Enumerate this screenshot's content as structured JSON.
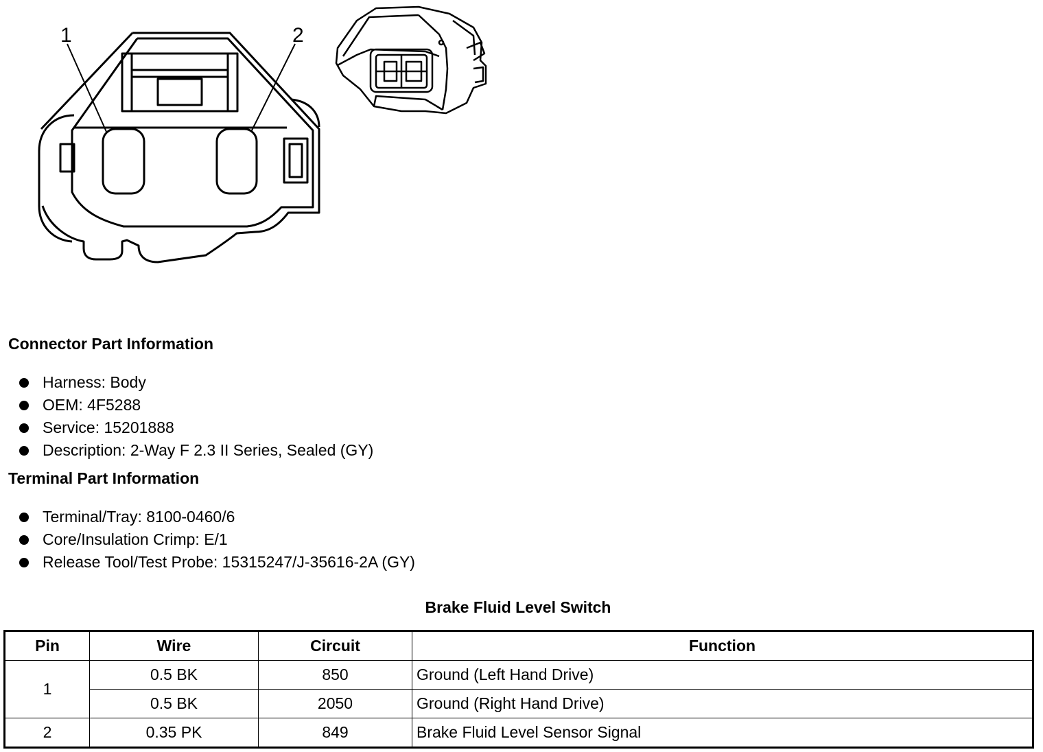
{
  "diagram": {
    "pin_labels": [
      "1",
      "2"
    ]
  },
  "connector": {
    "heading": "Connector Part Information",
    "items": [
      "Harness: Body",
      "OEM: 4F5288",
      "Service: 15201888",
      "Description: 2-Way F 2.3 II Series, Sealed (GY)"
    ]
  },
  "terminal": {
    "heading": "Terminal Part Information",
    "items": [
      "Terminal/Tray: 8100-0460/6",
      "Core/Insulation Crimp: E/1",
      "Release Tool/Test Probe: 15315247/J-35616-2A (GY)"
    ]
  },
  "table": {
    "title": "Brake Fluid Level Switch",
    "headers": [
      "Pin",
      "Wire",
      "Circuit",
      "Function"
    ],
    "rows": [
      {
        "pin": "1",
        "wire": "0.5 BK",
        "circuit": "850",
        "function": "Ground (Left Hand Drive)"
      },
      {
        "wire": "0.5 BK",
        "circuit": "2050",
        "function": "Ground (Right Hand Drive)"
      },
      {
        "pin": "2",
        "wire": "0.35 PK",
        "circuit": "849",
        "function": "Brake Fluid Level Sensor Signal"
      }
    ]
  }
}
